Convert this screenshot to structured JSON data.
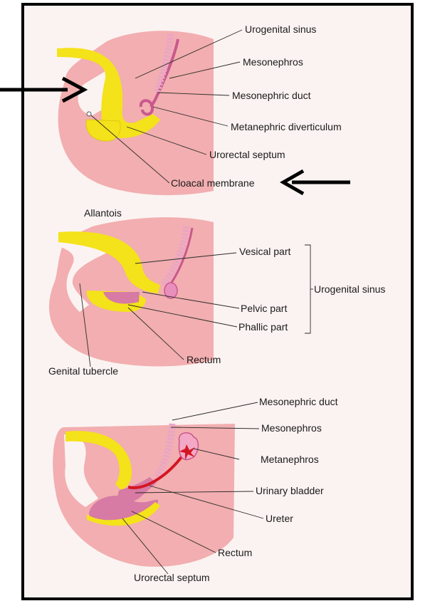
{
  "panel_1": {
    "labels": {
      "urogenital_sinus": "Urogenital sinus",
      "mesonephros": "Mesonephros",
      "mesonephric_duct": "Mesonephric duct",
      "metanephric_diverticulum": "Metanephric diverticulum",
      "urorectal_septum": "Urorectal septum",
      "cloacal_membrane": "Cloacal membrane"
    }
  },
  "panel_2": {
    "labels": {
      "allantois": "Allantois",
      "vesical_part": "Vesical part",
      "pelvic_part": "Pelvic part",
      "phallic_part": "Phallic part",
      "urogenital_sinus": "Urogenital sinus",
      "rectum": "Rectum",
      "genital_tubercle": "Genital tubercle"
    }
  },
  "panel_3": {
    "labels": {
      "mesonephric_duct": "Mesonephric duct",
      "mesonephros": "Mesonephros",
      "metanephros": "Metanephros",
      "urinary_bladder": "Urinary bladder",
      "ureter": "Ureter",
      "rectum": "Rectum",
      "urorectal_septum": "Urorectal septum"
    }
  },
  "colors": {
    "embryo_pink": "#f2aeb0",
    "cavity_pink": "#f9d6d8",
    "endoderm_yellow": "#f4e21a",
    "tract_magenta": "#c9588e",
    "vessel_red": "#d41622",
    "frame_border": "#000000"
  }
}
